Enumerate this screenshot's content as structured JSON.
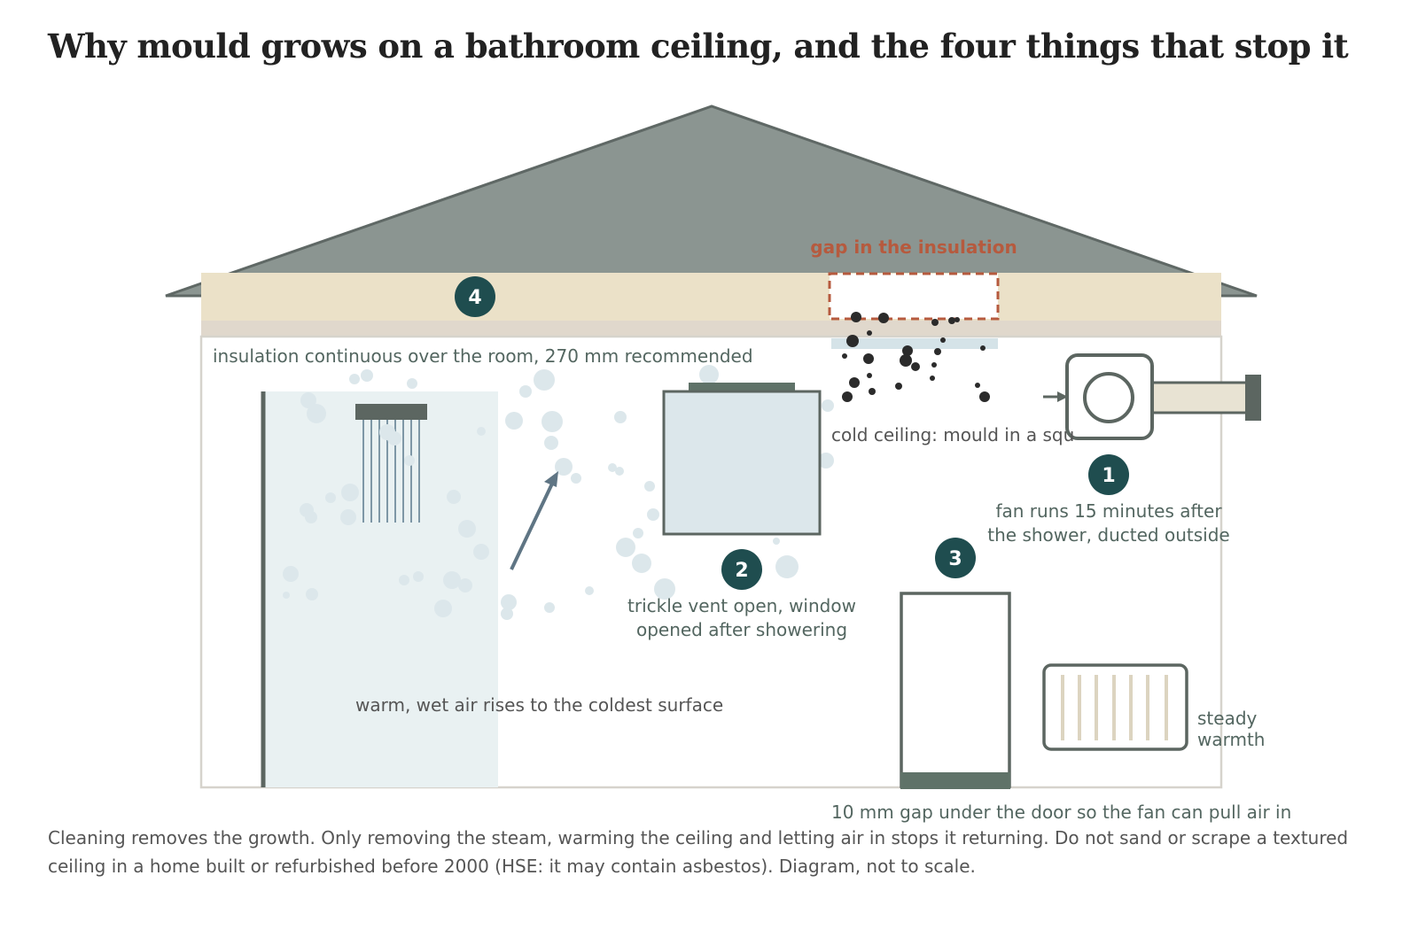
{
  "title": "Why mould grows on a bathroom ceiling, and the four things that stop it",
  "labels": {
    "insulation_gap": "gap in the insulation",
    "insulation_continuous": "insulation continuous over the room, 270 mm recommended",
    "cold_ceiling": "cold ceiling: mould in a squ",
    "fan_line1": "fan runs 15 minutes after",
    "fan_line2": "the shower, ducted outside",
    "vent_line1": "trickle vent open, window",
    "vent_line2": "opened after showering",
    "warm_air": "warm, wet air rises to the coldest surface",
    "radiator_line1": "steady",
    "radiator_line2": "warmth",
    "door_gap": "10 mm gap under the door so the fan can pull air in"
  },
  "badges": [
    "1",
    "2",
    "3",
    "4"
  ],
  "caption_line1": "Cleaning removes the growth. Only removing the steam, warming the ceiling and letting air in stops it returning. Do not sand or scrape a textured",
  "caption_line2": "ceiling in a home built or refurbished before 2000 (HSE: it may contain asbestos). Diagram, not to scale.",
  "colors": {
    "roof": "#8b9591",
    "insulation": "#ebe1c8",
    "badge": "#1f4d4f",
    "mould": "#2b2b2b",
    "gap_outline": "#b65a3e",
    "steam": "#dce7eb",
    "wall": "#5c6661"
  }
}
